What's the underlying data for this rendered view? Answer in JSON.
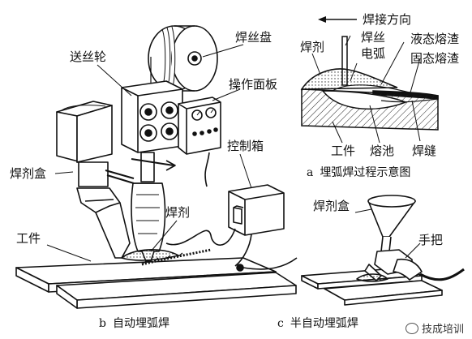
{
  "figure_a": {
    "direction_label": "焊接方向",
    "labels": {
      "flux": "焊剂",
      "wire": "焊丝",
      "arc": "电弧",
      "liquid_slag": "液态熔渣",
      "solid_slag": "固态熔渣",
      "workpiece": "工件",
      "molten_pool": "熔池",
      "weld_seam": "焊缝"
    },
    "caption_letter": "a",
    "caption_text": "埋弧焊过程示意图"
  },
  "figure_b": {
    "labels": {
      "wire_feed_wheel": "送丝轮",
      "wire_reel": "焊丝盘",
      "control_panel": "操作面板",
      "control_box": "控制箱",
      "flux_hopper": "焊剂盒",
      "flux": "焊剂",
      "workpiece": "工件"
    },
    "caption_letter": "b",
    "caption_text": "自动埋弧焊"
  },
  "figure_c": {
    "labels": {
      "flux_hopper": "焊剂盒",
      "handle": "手把"
    },
    "caption_letter": "c",
    "caption_text": "半自动埋弧焊"
  },
  "watermark": "技成培训"
}
